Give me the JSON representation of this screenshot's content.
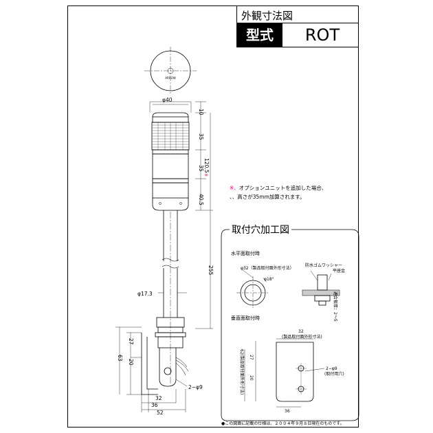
{
  "header": {
    "title": "外観寸法図",
    "type_label": "型式",
    "type_value": "ROT"
  },
  "logo_text": "ARROW",
  "dims": {
    "d40": "φ40",
    "d10": "10",
    "d35a": "35",
    "d35b": "35",
    "d120": "120.5",
    "star": "※",
    "d40_5": "40.5",
    "d255": "255",
    "d17": "φ17.3",
    "d27": "27",
    "d20": "20",
    "d63": "63",
    "d32": "32",
    "d36": "36",
    "d52": "52",
    "d2_9": "2−φ9"
  },
  "note": {
    "mark": "※、",
    "line1": "オプションユニットを追加した場合、",
    "line2": "、、高さが35mm加算されます。"
  },
  "mount": {
    "title": "取付穴加工図",
    "horizontal": "水平面取付時",
    "h_hole": "φ32（製品取付面外形寸法）",
    "h_angle": "φ18°",
    "washer": "防水ゴムワッシャー",
    "nut": "平座金",
    "thickness": "適合板厚：2〜5",
    "vertical": "垂直面取付時",
    "v_dim_top": "32",
    "v_dim_top2": "(製品取付面外形寸法)",
    "v_dim_side": "62(製品取付面外形寸法)",
    "v_27": "27",
    "v_20": "20",
    "v_2_9": "2−φ9",
    "v_2_9b": "(取付用穴)",
    "v_36": "36"
  },
  "footer": "●この図面に記載の仕様は、２００４年９月８日現在のものです。"
}
